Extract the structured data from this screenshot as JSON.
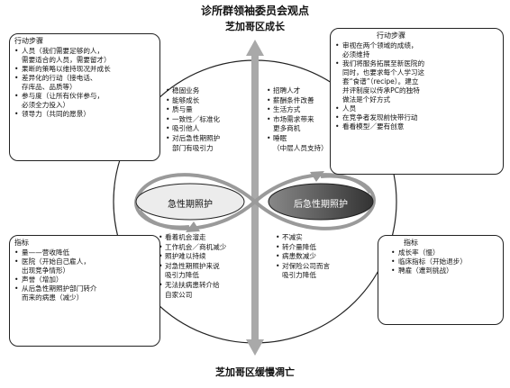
{
  "title": "诊所群领袖委员会观点",
  "axis": {
    "top": "芝加哥区成长",
    "bottom": "芝加哥区缓慢凋亡"
  },
  "center": {
    "left_label": "急性期照护",
    "right_label": "后急性期照护"
  },
  "panels": {
    "top_left": {
      "title": "行动步骤",
      "items": [
        "人员（我们需要足够的人，\n需要适合的人员，需要留才）",
        "果断的策略以维持现况并成长",
        "差异化的行动（接电话、\n存库品、品质等）",
        "参与度（让所有伙伴参与，\n必须全力投入）",
        "领导力（共同的愿景）"
      ]
    },
    "top_right": {
      "title": "行动步骤",
      "items": [
        "审视在两个领域的成绩，\n必须维持",
        "我们将服务拓展至新医院的\n同时，也要求每个人学习这\n套“食谱”（recipe）。建立\n并评制度以传承PC的独特\n做法是个好方式",
        "人员",
        "在竞争者发现前快带行动",
        "看看模型／要有创意"
      ]
    },
    "bottom_left": {
      "title": "指标",
      "items": [
        "量——营收降低",
        "医院（开始自己雇人，\n出现竞争情形）",
        "声誉（增加）",
        "从后急性期照护部门转介\n而来的病患（减少）"
      ]
    },
    "bottom_right": {
      "title": "指标",
      "items": [
        "成长率（慢）",
        "临床指标（开始退步）",
        "聘雇（遭到挑战）"
      ]
    }
  },
  "quadrants": {
    "upper_left": [
      "稳固业务",
      "能够成长",
      "质与量",
      "一致性／标准化",
      "吸引他人",
      "对后急性期照护\n部门有吸引力"
    ],
    "upper_right": [
      "招聘人才",
      "薪酬条件改善",
      "生活方式",
      "市场需求带来\n更多商机",
      "睡眠\n（中层人员支持）"
    ],
    "lower_left": [
      "看着机会溜走",
      "工作机会／商机减少",
      "照护难以持续",
      "对急性期照护来说\n吸引力降低",
      "无法扶病患转介给\n自家公司"
    ],
    "lower_right": [
      "不减实",
      "转介量降低",
      "病患数减少",
      "对保险公司而言\n吸引力降低"
    ]
  },
  "colors": {
    "left_ellipse": "#ececec",
    "right_ellipse": "#4d4d4d",
    "arrow": "#a9a9a9"
  }
}
